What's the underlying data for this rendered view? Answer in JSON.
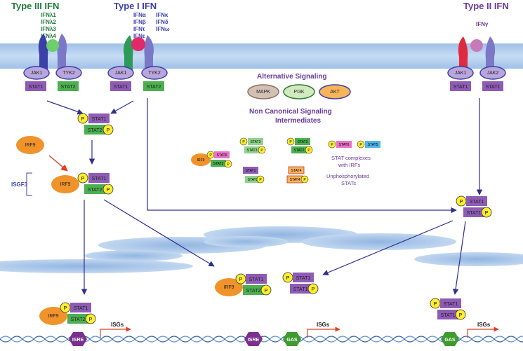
{
  "headers": {
    "type3": "Type III IFN",
    "type1": "Type I IFN",
    "type2": "Type II IFN"
  },
  "ligands": {
    "type3": [
      "IFNλ1",
      "IFNλ2",
      "IFNλ3",
      "IFNλ4"
    ],
    "type1_col1": [
      "IFNα",
      "IFNβ",
      "IFNτ",
      "IFNε"
    ],
    "type1_col2": [
      "IFNκ",
      "IFNδ",
      "IFNω"
    ],
    "type2": "IFNγ"
  },
  "receptor_labels": {
    "jak1": "JAK1",
    "tyk2": "TYK2",
    "jak2": "JAK2",
    "stat1": "STAT1",
    "stat2": "STAT2"
  },
  "molecules": {
    "irf9": "IRF9",
    "stat1": "STAT1",
    "stat2": "STAT2",
    "stat3": "STAT3",
    "stat4": "STAT4",
    "stat5": "STAT5",
    "stat6": "STAT6",
    "p": "P",
    "isgf3": "ISGF3"
  },
  "alternative": {
    "title": "Alternative Signaling",
    "items": [
      "MAPK",
      "PI3K",
      "AKT"
    ]
  },
  "noncanonical": {
    "title_line1": "Non Canonical Signaling",
    "title_line2": "Intermediates",
    "note1_line1": "STAT complexes",
    "note1_line2": "with IRFs",
    "note2_line1": "Unphosphorylated",
    "note2_line2": "STATs"
  },
  "dna": {
    "isre": "ISRE",
    "gas": "GAS",
    "isgs": "ISGs"
  },
  "colors": {
    "membrane": "#a9c8ec",
    "stat1": "#8e5bb5",
    "stat2": "#4caf50",
    "jak": "#b9a6dc",
    "irf9": "#f0932b",
    "p": "#ffee2e",
    "arrow": "#2f2f8f",
    "red_arrow": "#e53e1f",
    "isre": "#7b2f8f",
    "gas": "#3f9a2f"
  }
}
